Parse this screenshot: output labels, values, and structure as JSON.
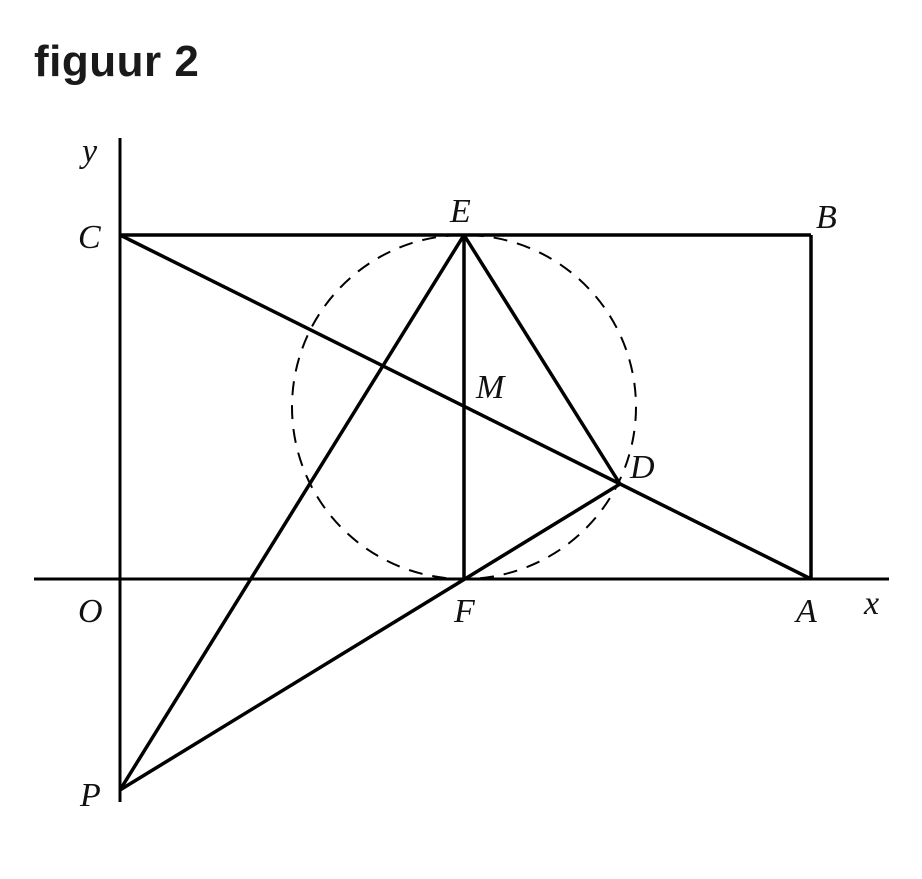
{
  "title": "figuur 2",
  "axes": {
    "x_label": "x",
    "y_label": "y",
    "origin_label": "O"
  },
  "points": {
    "O": {
      "label": "O",
      "px": [
        120,
        579
      ]
    },
    "A": {
      "label": "A",
      "px": [
        811,
        579
      ]
    },
    "B": {
      "label": "B",
      "px": [
        811,
        235
      ]
    },
    "C": {
      "label": "C",
      "px": [
        120,
        235
      ]
    },
    "D": {
      "label": "D",
      "px": [
        620,
        484
      ]
    },
    "E": {
      "label": "E",
      "px": [
        464,
        235
      ]
    },
    "F": {
      "label": "F",
      "px": [
        464,
        579
      ]
    },
    "M": {
      "label": "M",
      "px": [
        464,
        407
      ]
    },
    "P": {
      "label": "P",
      "px": [
        120,
        790
      ]
    }
  },
  "segments": [
    "OA",
    "AB",
    "BC",
    "CO",
    "CA",
    "EF",
    "EP",
    "ED",
    "FD",
    "FP",
    "OP"
  ],
  "circle": {
    "center": "M",
    "through": [
      "E",
      "F",
      "D"
    ],
    "style": "dashed"
  },
  "colors": {
    "line": "#000000",
    "dashed": "#000000",
    "text": "#111111",
    "title": "#1a1a1a"
  }
}
